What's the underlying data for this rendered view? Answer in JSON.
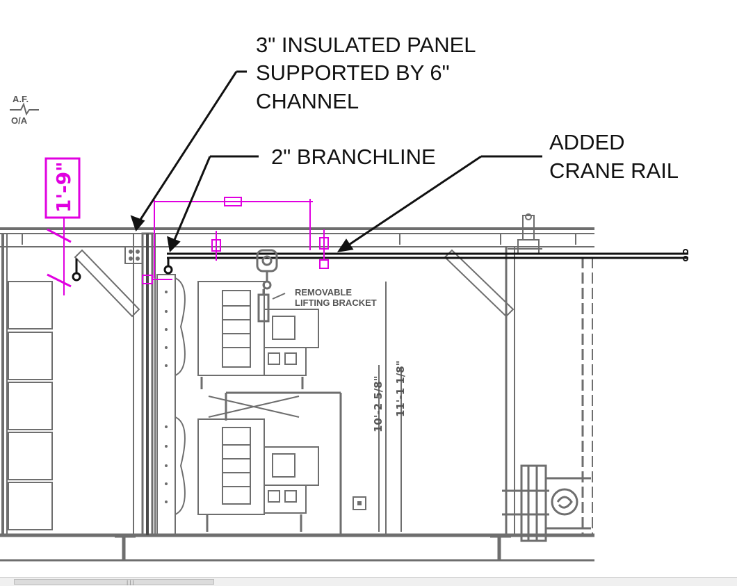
{
  "drawing": {
    "callouts": {
      "panel_line1": "3\" INSULATED PANEL",
      "panel_line2": "SUPPORTED BY 6\"",
      "panel_line3": "CHANNEL",
      "branchline": "2\" BRANCHLINE",
      "crane_line1": "ADDED",
      "crane_line2": "CRANE RAIL"
    },
    "notes": {
      "lifting_line1": "REMOVABLE",
      "lifting_line2": "LIFTING BRACKET"
    },
    "symbol": {
      "top": "A.F.",
      "bottom": "O/A"
    },
    "dimensions": {
      "clearance": "1'-9\"",
      "height_a": "10'-2 5/8\"",
      "height_b": "11'-1 1/8\""
    },
    "colors": {
      "drawing_gray": "#6e6e6e",
      "dark_gray": "#4a4a4a",
      "markup_magenta": "#e000e0",
      "text_black": "#111111"
    }
  },
  "scrollbar": {
    "grip": "|||"
  }
}
